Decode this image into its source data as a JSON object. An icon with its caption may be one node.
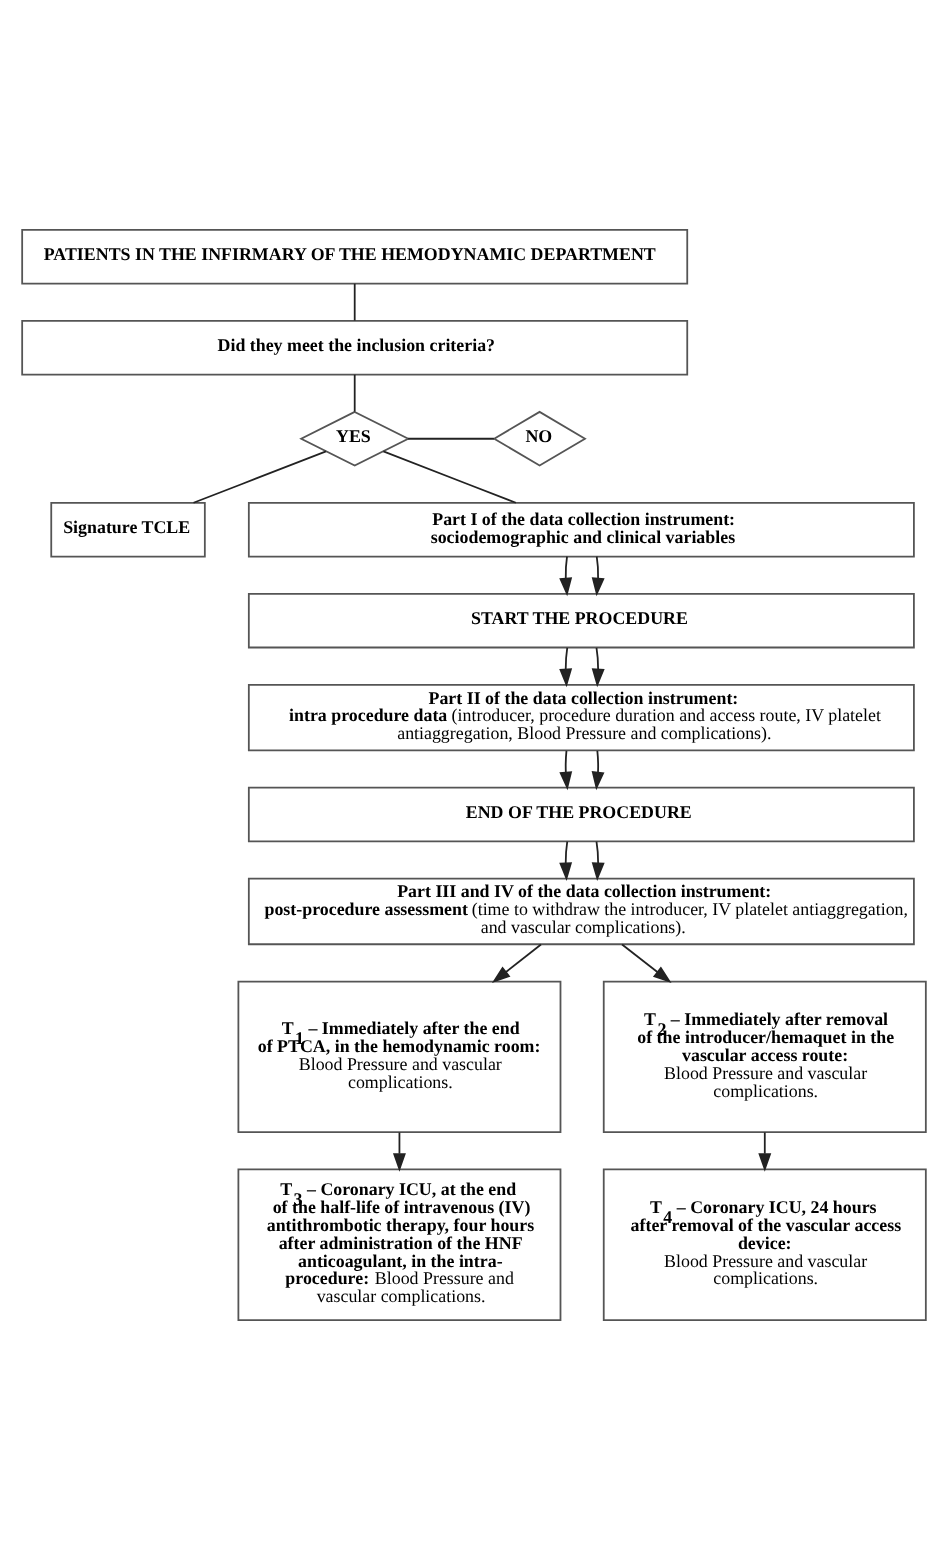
{
  "diagram": {
    "nodes": [
      {
        "text": [
          "PATIENTS IN THE INFIRMARY OF THE HEMODYNAMIC DEPARTMENT"
        ]
      },
      {
        "text": [
          "Did they meet the inclusion criteria?"
        ]
      },
      {
        "text": [
          "YES"
        ]
      },
      {
        "text": [
          "NO"
        ]
      },
      {
        "text": [
          "Signature TCLE"
        ]
      },
      {
        "text": [
          "Part I of the data collection instrument:",
          "sociodemographic and clinical variables"
        ]
      },
      {
        "text": [
          "START THE PROCEDURE"
        ]
      },
      {
        "text": [
          "Part II of the data collection instrument:",
          "**intra procedure data** (introducer, procedure duration and access route, IV platelet antiaggregation, Blood Pressure and complications)."
        ]
      },
      {
        "text": [
          "END OF THE PROCEDURE"
        ]
      },
      {
        "text": [
          "Part III and IV of the data collection instrument:",
          "**post-procedure assessment** (time to withdraw the introducer, IV platelet antiaggregation, and vascular complications)."
        ]
      },
      {
        "text": [
          "T$_{1}$ – Immediately after the end of PTCA, in the hemodynamic room:",
          "Blood Pressure and vascular complications."
        ]
      },
      {
        "text": [
          "T$_{2}$ – Immediately after removal of the introducer/hemaquet in the vascular access route:",
          "Blood Pressure and vascular complications."
        ]
      },
      {
        "text": [
          "**T$_{3}$ – Coronary ICU, at the end of the half-life of intravenous (IV) antithrombotic therapy, four hours after administration of the HNF anticoagulant, in the intra-procedure:** Blood Pressure and vascular complications."
        ]
      },
      {
        "text": [
          "T$_{4}$ – Coronary ICU, 24 hours after removal of the vascular access device:",
          "Blood Pressure and vascular complications."
        ]
      }
    ],
    "edges": [
      {
        "from": 0,
        "to": 1,
        "arrow": "none"
      },
      {
        "from": 1,
        "to": 2,
        "arrow": "none"
      },
      {
        "from": 2,
        "to": 3,
        "arrow": "none"
      },
      {
        "from": 2,
        "to": 4,
        "arrow": "none"
      },
      {
        "from": 2,
        "to": 5,
        "arrow": "none"
      },
      {
        "from": 5,
        "to": 6,
        "arrow": "to"
      },
      {
        "from": 5,
        "to": 6,
        "arrow": "to"
      },
      {
        "from": 6,
        "to": 7,
        "arrow": "to"
      },
      {
        "from": 6,
        "to": 7,
        "arrow": "to"
      },
      {
        "from": 7,
        "to": 8,
        "arrow": "to"
      },
      {
        "from": 7,
        "to": 8,
        "arrow": "to"
      },
      {
        "from": 8,
        "to": 9,
        "arrow": "to"
      },
      {
        "from": 8,
        "to": 9,
        "arrow": "to"
      },
      {
        "from": 9,
        "to": 10,
        "arrow": "to"
      },
      {
        "from": 9,
        "to": 11,
        "arrow": "to"
      },
      {
        "from": 10,
        "to": 12,
        "arrow": "to"
      },
      {
        "from": 11,
        "to": 13,
        "arrow": "to"
      }
    ]
  }
}
